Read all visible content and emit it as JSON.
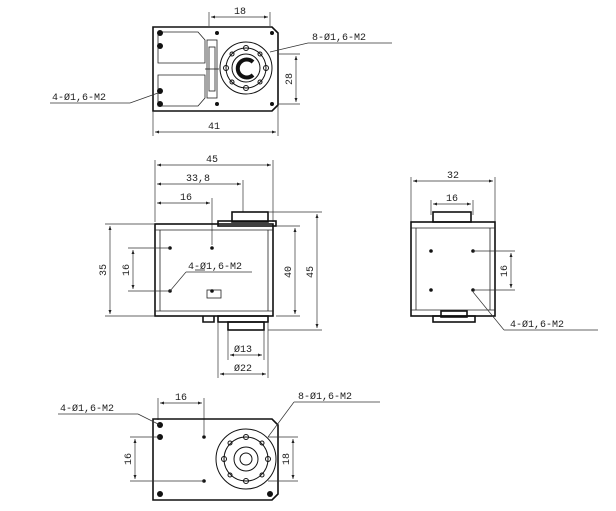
{
  "top_view": {
    "dim_width": "18",
    "dim_height": "28",
    "dim_overall": "41",
    "callout_horn_holes": "8-Ø1,6-M2",
    "callout_case_holes": "4-Ø1,6-M2"
  },
  "front_view": {
    "dim_45_top": "45",
    "dim_33_8": "33,8",
    "dim_16_top": "16",
    "dim_35": "35",
    "dim_16_left": "16",
    "dim_40": "40",
    "dim_45_right": "45",
    "callout_holes": "4-Ø1,6-M2",
    "dim_d13": "Ø13",
    "dim_d22": "Ø22"
  },
  "side_view": {
    "dim_32": "32",
    "dim_16_top": "16",
    "dim_16_right": "16",
    "callout_holes": "4-Ø1,6-M2"
  },
  "bottom_view": {
    "dim_16_top": "16",
    "dim_16_left": "16",
    "dim_18_right": "18",
    "callout_left": "4-Ø1,6-M2",
    "callout_right": "8-Ø1,6-M2"
  }
}
